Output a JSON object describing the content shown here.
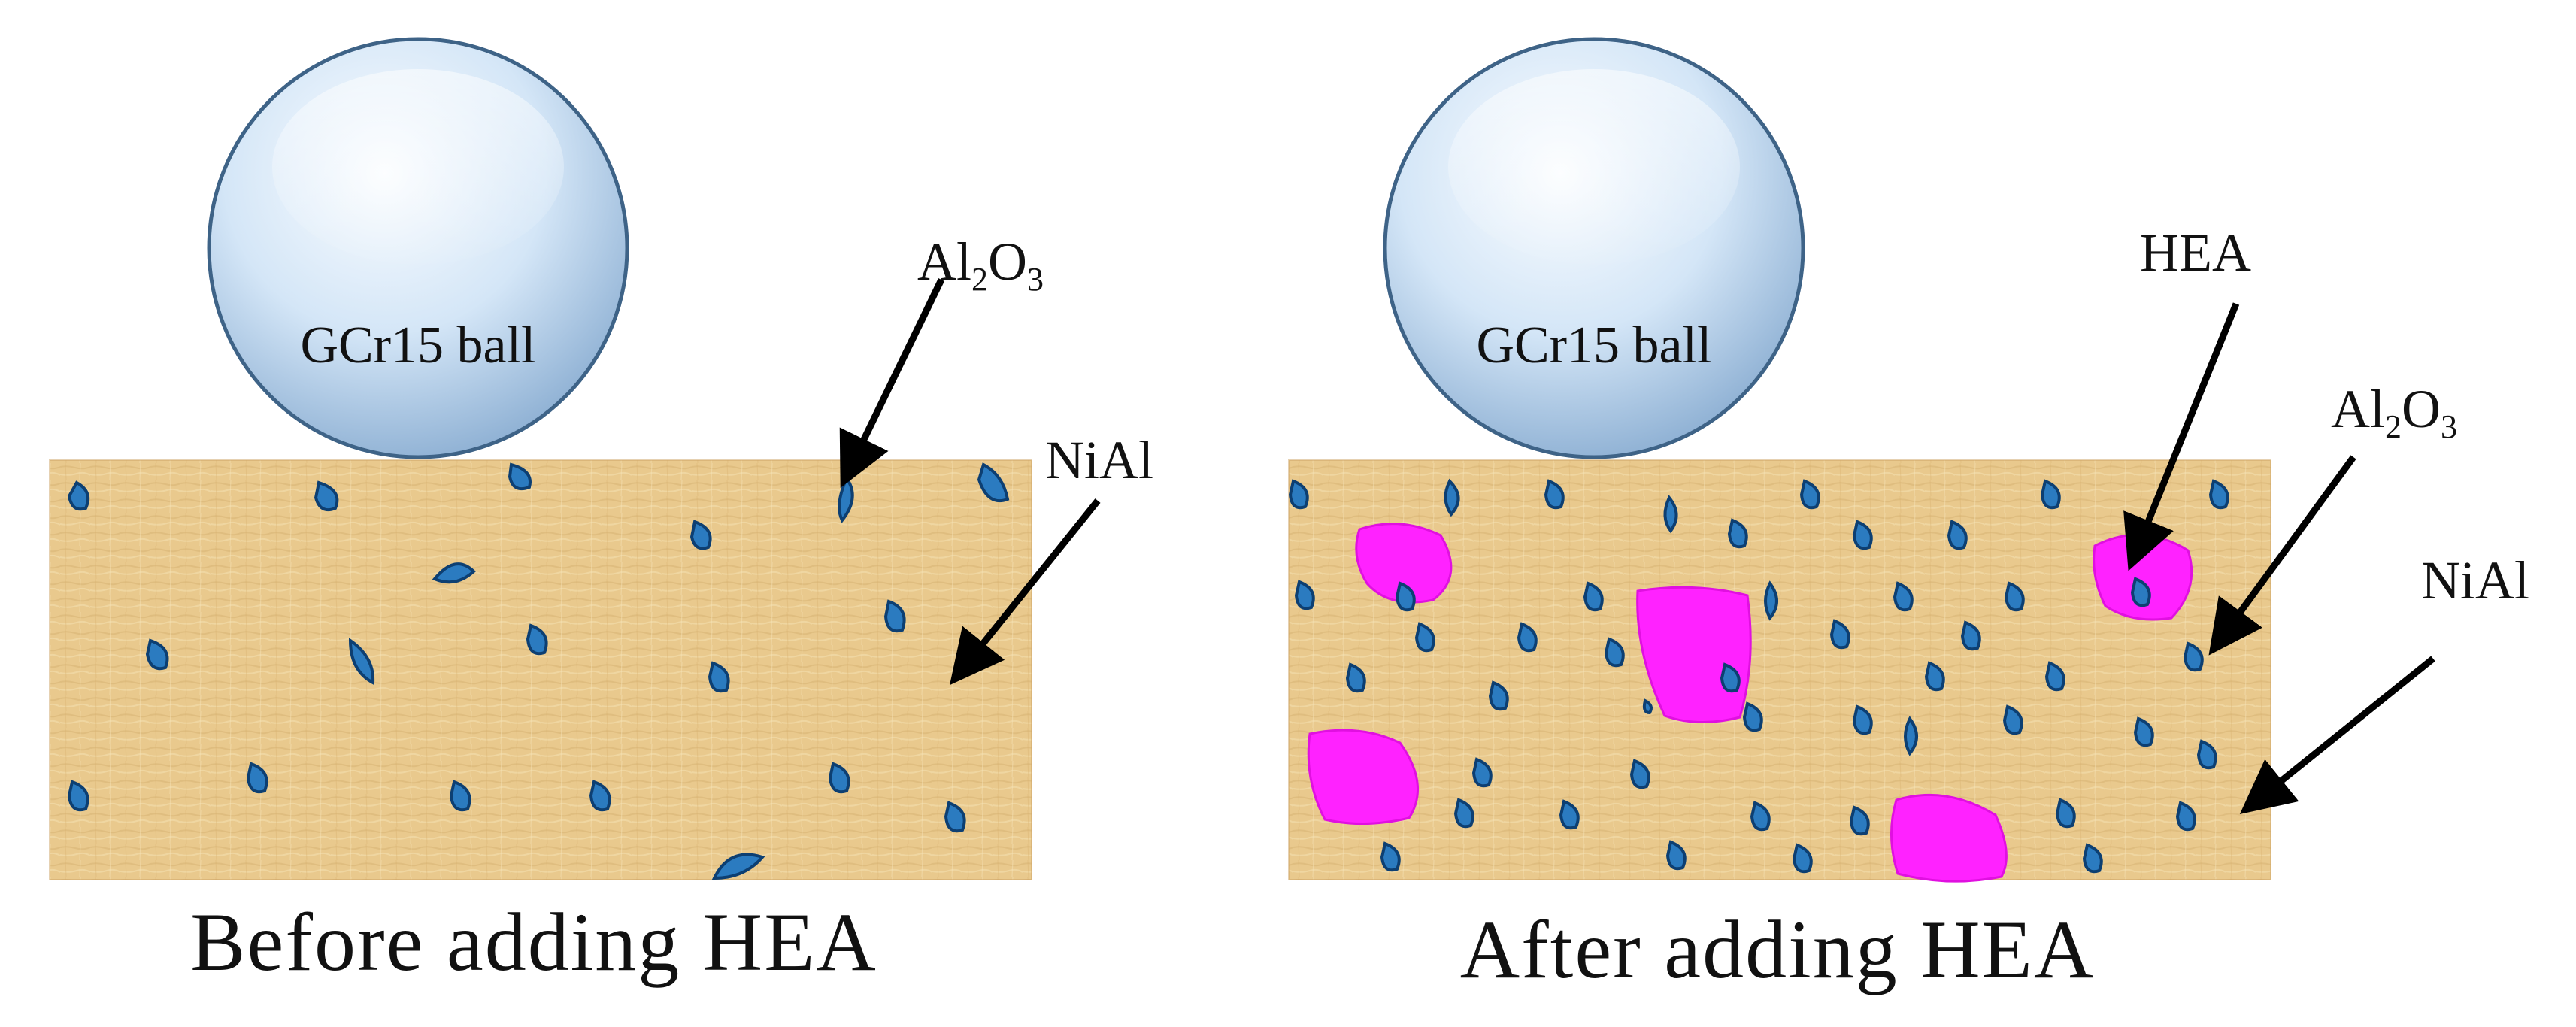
{
  "panels": [
    {
      "id": "before",
      "ball_label": "GCr15 ball",
      "caption": "Before adding HEA",
      "labels": {
        "al2o3": {
          "main1": "Al",
          "sub1": "2",
          "main2": "O",
          "sub2": "3"
        },
        "nial": "NiAl"
      }
    },
    {
      "id": "after",
      "ball_label": "GCr15 ball",
      "caption": "After adding HEA",
      "labels": {
        "hea": "HEA",
        "al2o3": {
          "main1": "Al",
          "sub1": "2",
          "main2": "O",
          "sub2": "3"
        },
        "nial": "NiAl"
      }
    }
  ],
  "colors": {
    "matrix": "#e9c98d",
    "matrix_fiber": "#d2ac6a",
    "particle_al2o3": "#2b7bc0",
    "particle_outline": "#0d3f72",
    "particle_hea": "#ff22ff",
    "ball_center": "#f4f9ff",
    "ball_edge": "#8fb1d4",
    "ball_outline": "#3e6387",
    "arrow": "#000000"
  }
}
